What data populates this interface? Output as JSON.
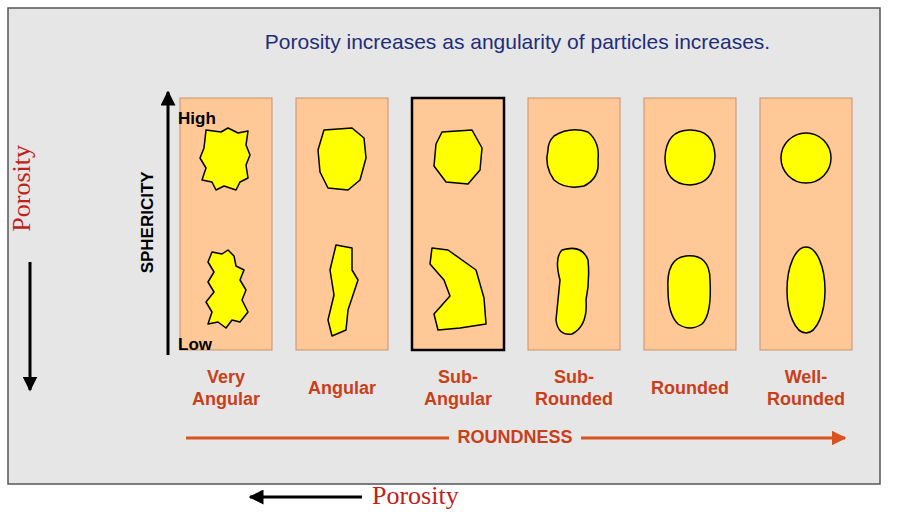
{
  "diagram": {
    "title": "Porosity increases as angularity of particles increases.",
    "labels": [
      "High",
      "SPHERICITY",
      "Low",
      "Porosity",
      "Very Angular",
      "Angular",
      "Sub-Angular",
      "Sub-Rounded",
      "Rounded",
      "Well-Rounded",
      "ROUNDNESS",
      "Porosity"
    ]
  }
}
